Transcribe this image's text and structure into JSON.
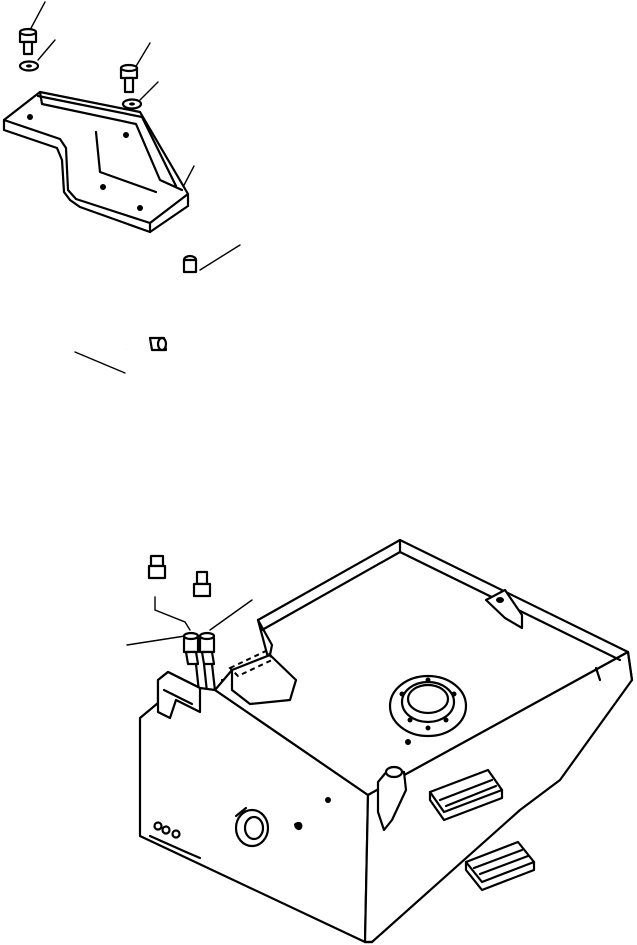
{
  "diagram": {
    "parts": [
      {
        "id": "bolt-1",
        "name": "bolt"
      },
      {
        "id": "washer-1",
        "name": "washer"
      },
      {
        "id": "bolt-2",
        "name": "bolt"
      },
      {
        "id": "washer-2",
        "name": "washer"
      },
      {
        "id": "bracket",
        "name": "bracket"
      },
      {
        "id": "hose-long",
        "name": "hose"
      },
      {
        "id": "hose-short",
        "name": "hose"
      },
      {
        "id": "fitting",
        "name": "fitting"
      },
      {
        "id": "tank",
        "name": "tank"
      }
    ],
    "stroke_color": "#000000",
    "background": "#ffffff"
  }
}
